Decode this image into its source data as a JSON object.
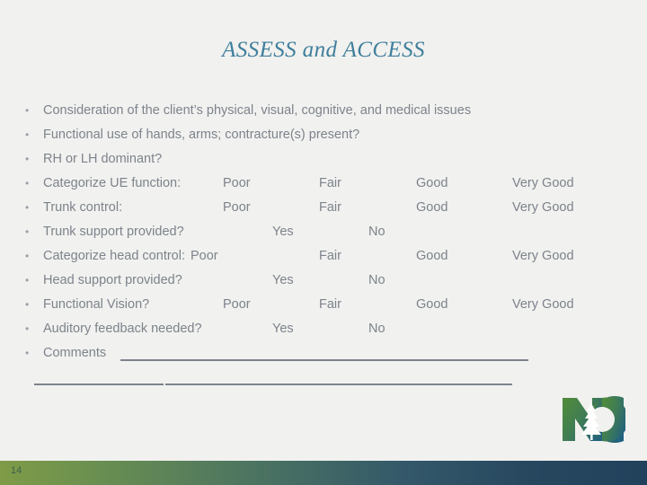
{
  "slide": {
    "title": "ASSESS and ACCESS",
    "page_number": "14",
    "bullet_marker": "•",
    "title_color": "#3f7f9c",
    "text_color": "#7d838c",
    "background_color": "#f1f1ef",
    "footer_gradient_start": "#7f9b47",
    "footer_gradient_end": "#22415c"
  },
  "bullets": [
    {
      "label": "Consideration of the client’s physical, visual, cognitive, and medical issues",
      "options": []
    },
    {
      "label": "Functional use of hands, arms; contracture(s) present?",
      "options": []
    },
    {
      "label": "RH or LH dominant?",
      "options": []
    },
    {
      "label": "Categorize UE function:",
      "options": [
        "Poor",
        "Fair",
        "Good",
        "Very Good"
      ]
    },
    {
      "label": "Trunk control:",
      "options": [
        "Poor",
        "Fair",
        "Good",
        "Very Good"
      ]
    },
    {
      "label": "Trunk support provided?",
      "options": [
        "Yes",
        "No"
      ]
    },
    {
      "label": "Categorize head control:",
      "options": [
        "Poor",
        "Fair",
        "Good",
        "Very Good"
      ]
    },
    {
      "label": "Head support provided?",
      "options": [
        "Yes",
        "No"
      ]
    },
    {
      "label": "Functional Vision?",
      "options": [
        "Poor",
        "Fair",
        "Good",
        "Very Good"
      ]
    },
    {
      "label": "Auditory feedback needed?",
      "options": [
        "Yes",
        "No"
      ]
    }
  ],
  "comments": {
    "label": "Comments"
  },
  "logo": {
    "name": "nc-logo",
    "letters": "NC",
    "green": "#4f8a3d",
    "blue": "#1f5f82"
  }
}
